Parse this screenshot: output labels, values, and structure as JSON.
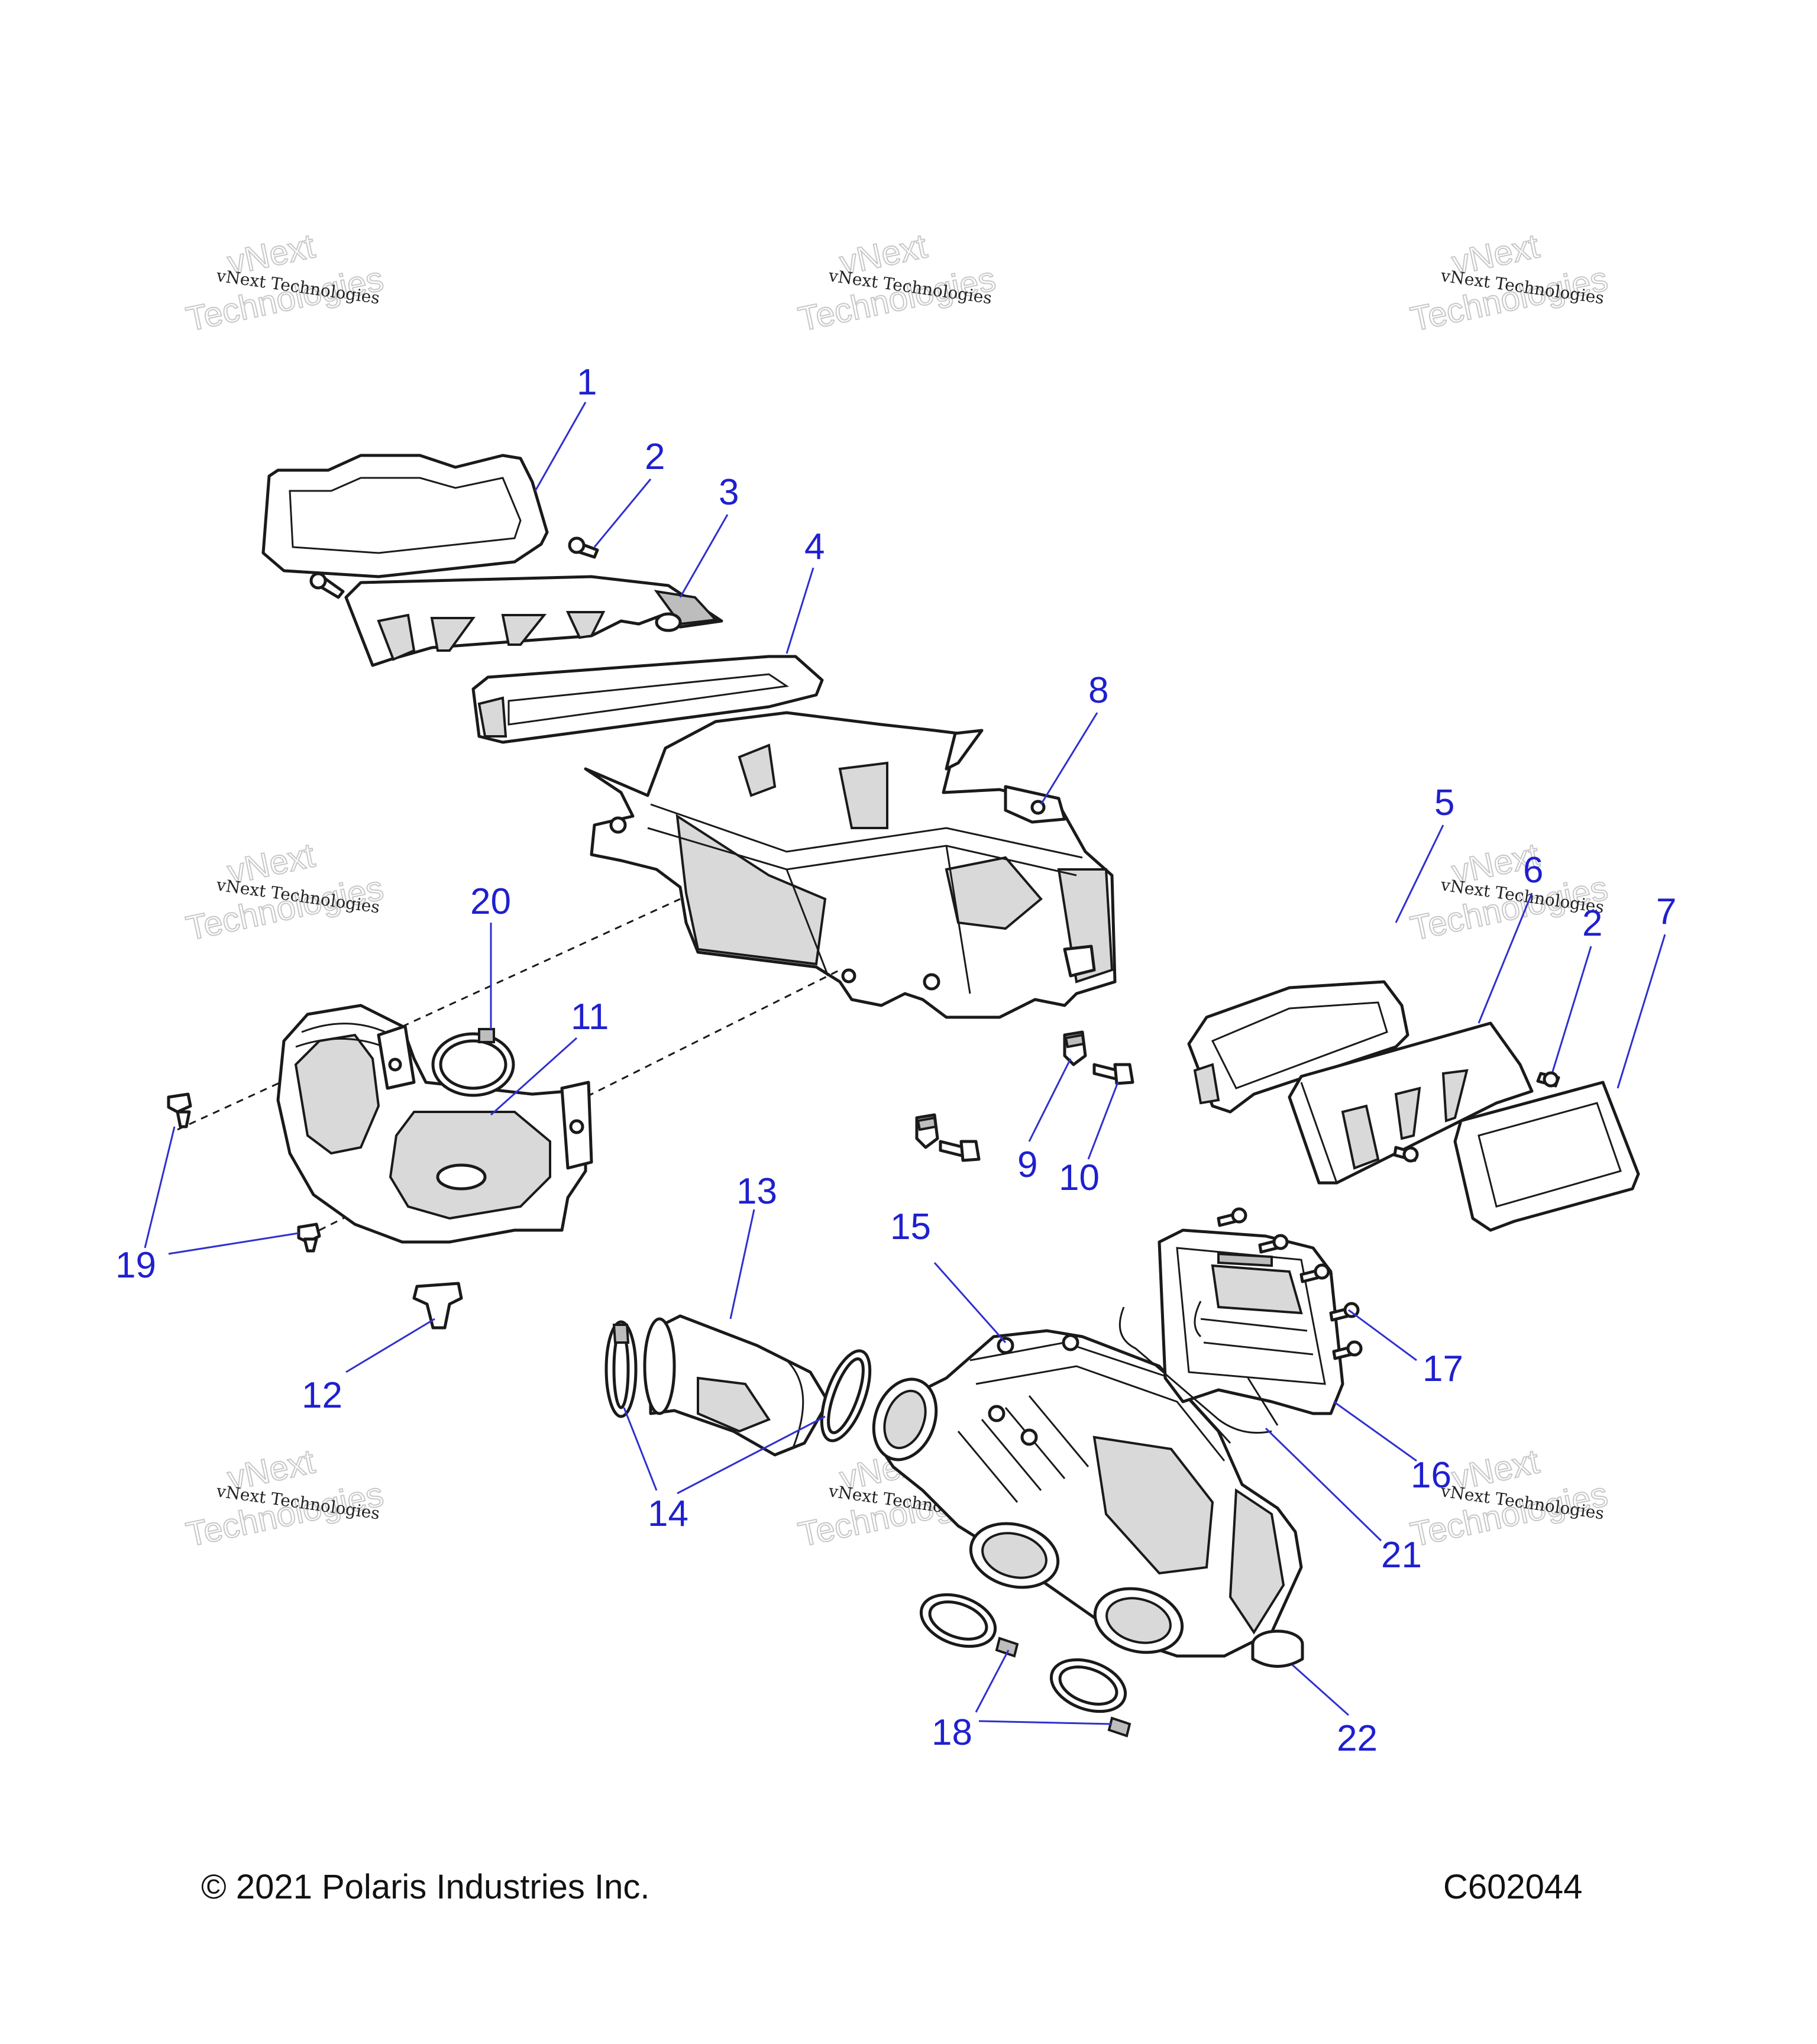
{
  "footer": {
    "copyright": "© 2021 Polaris Industries Inc.",
    "figure_id": "C602044"
  },
  "watermark": {
    "line_small": "vNext Technologies",
    "line_outline_1": "vNext",
    "line_outline_2": "Technologies"
  },
  "callouts": {
    "c1": "1",
    "c2a": "2",
    "c3": "3",
    "c4": "4",
    "c5": "5",
    "c6": "6",
    "c2b": "2",
    "c7": "7",
    "c8": "8",
    "c9": "9",
    "c10": "10",
    "c11": "11",
    "c12": "12",
    "c13": "13",
    "c14": "14",
    "c15": "15",
    "c16": "16",
    "c17": "17",
    "c18": "18",
    "c19": "19",
    "c20": "20",
    "c21": "21",
    "c22": "22"
  },
  "colors": {
    "callout": "#1f1fcf",
    "line": "#1a1a1a",
    "shade": "#d9d9d9"
  }
}
